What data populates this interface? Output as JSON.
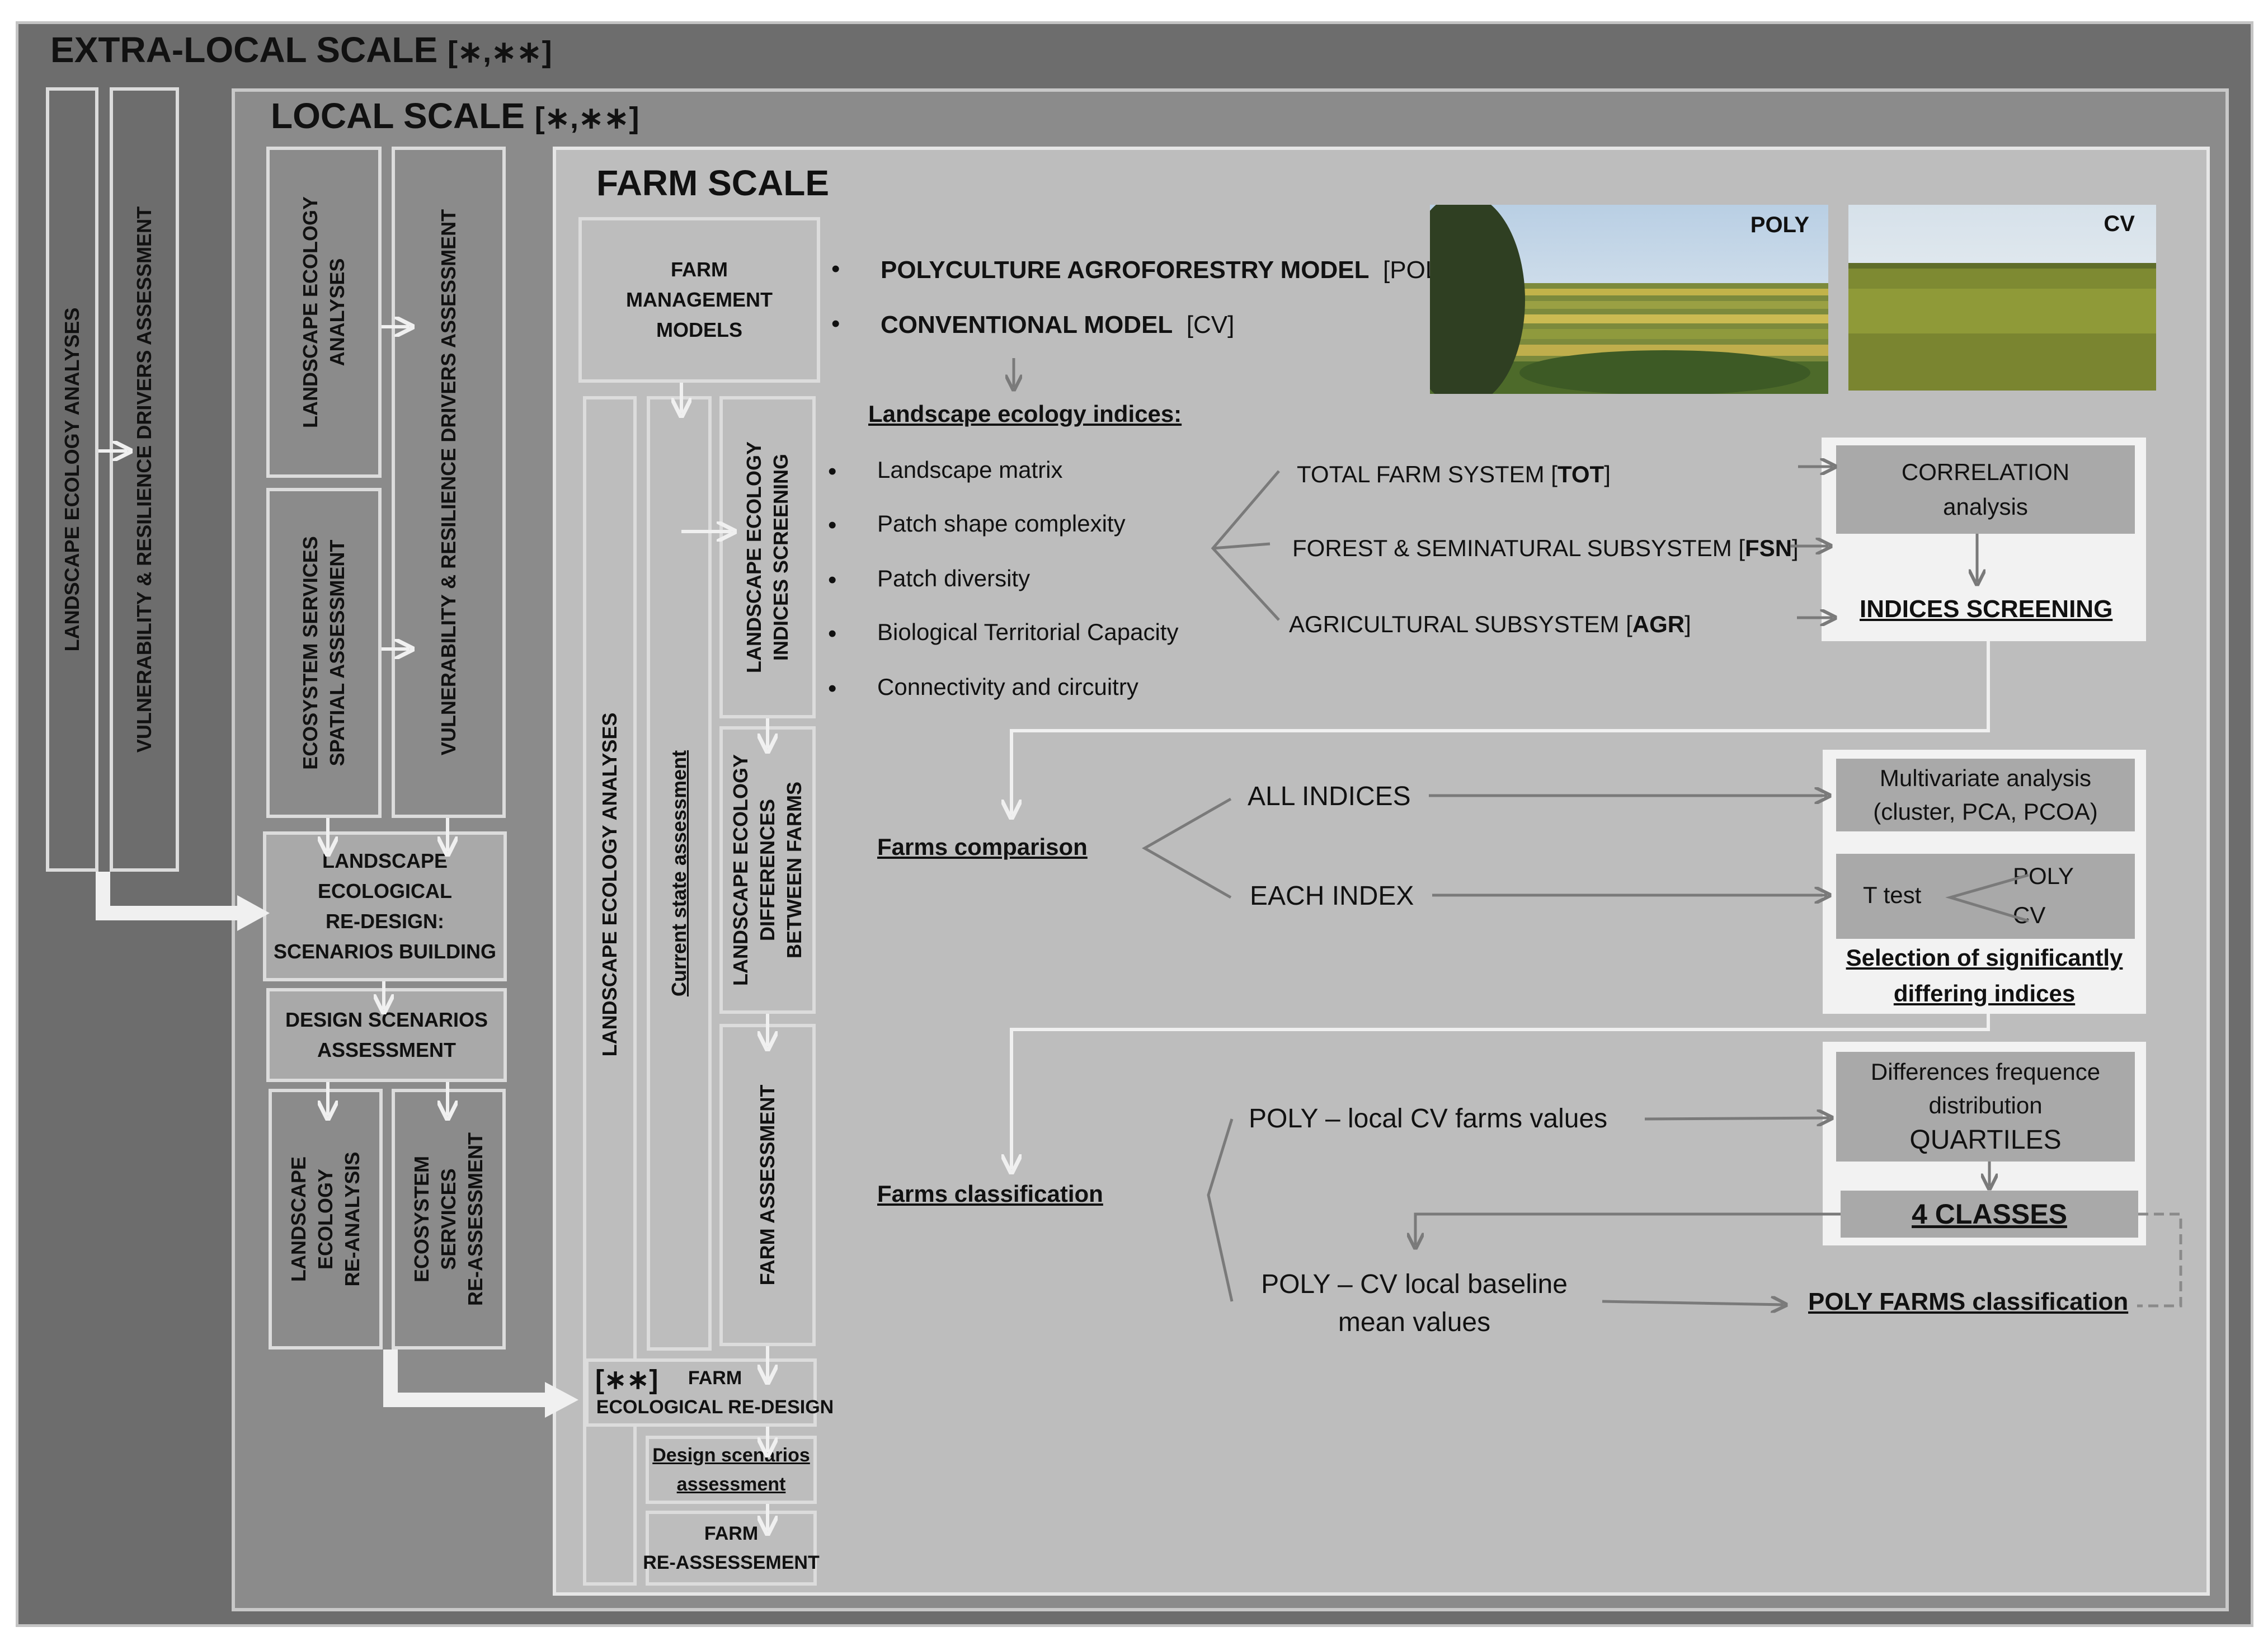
{
  "extra_local": {
    "title": "EXTRA-LOCAL SCALE",
    "title_mark": "[∗,∗∗]",
    "col1": "LANDSCAPE ECOLOGY ANALYSES",
    "col2": "VULNERABILITY & RESILIENCE DRIVERS ASSESSMENT"
  },
  "local": {
    "title": "LOCAL SCALE",
    "title_mark": "[∗,∗∗]",
    "landscape_analyses": "LANDSCAPE ECOLOGY\nANALYSES",
    "vulnerability": "VULNERABILITY & RESILIENCE DRIVERS ASSESSMENT",
    "ecosystem_spatial": "ECOSYSTEM SERVICES\nSPATIAL ASSESSMENT",
    "redesign": "LANDSCAPE\nECOLOGICAL\nRE-DESIGN:\nSCENARIOS BUILDING",
    "design_assessment": "DESIGN SCENARIOS\nASSESSMENT",
    "reanalysis": "LANDSCAPE\nECOLOGY\nRE-ANALYSIS",
    "reassessment": "ECOSYSTEM\nSERVICES\nRE-ASSESSMENT"
  },
  "farm": {
    "title": "FARM SCALE",
    "management_models": "FARM\nMANAGEMENT\nMODELS",
    "model_poly": "POLYCULTURE AGROFORESTRY MODEL",
    "model_poly_tag": "[POLY]",
    "model_cv": "CONVENTIONAL MODEL",
    "model_cv_tag": "[CV]",
    "photo_poly_label": "POLY",
    "photo_cv_label": "CV",
    "left_col": "LANDSCAPE ECOLOGY ANALYSES",
    "current_state": "Current state assessment",
    "indices_screening_box": "LANDSCAPE ECOLOGY\nINDICES SCREENING",
    "differences_box": "LANDSCAPE ECOLOGY\nDIFFERENCES\nBETWEEN FARMS",
    "farm_assessment": "FARM ASSESSMENT",
    "redesign_mark": "[∗∗]",
    "redesign": "FARM\nECOLOGICAL RE-DESIGN",
    "design_scenarios": "Design scenarios\nassessment",
    "reassessment": "FARM\nRE-ASSESSEMENT",
    "indices_heading": "Landscape ecology indices:",
    "indices": [
      "Landscape matrix",
      "Patch shape complexity",
      "Patch diversity",
      "Biological Territorial Capacity",
      "Connectivity and circuitry"
    ],
    "subsystems": [
      {
        "label": "TOTAL FARM SYSTEM [",
        "code": "TOT",
        "end": "]"
      },
      {
        "label": "FOREST & SEMINATURAL SUBSYSTEM [",
        "code": "FSN",
        "end": "]"
      },
      {
        "label": "AGRICULTURAL SUBSYSTEM [",
        "code": "AGR",
        "end": "]"
      }
    ],
    "correlation": "CORRELATION\nanalysis",
    "indices_screening": "INDICES SCREENING",
    "farms_comparison": "Farms comparison",
    "all_indices": "ALL INDICES",
    "each_index": "EACH INDEX",
    "multivariate": "Multivariate analysis\n(cluster, PCA, PCOA)",
    "ttest": "T test",
    "ttest_poly": "POLY",
    "ttest_cv": "CV",
    "selection": "Selection of significantly\ndiffering indices",
    "farms_classification": "Farms classification",
    "poly_local": "POLY – local CV farms values",
    "poly_baseline": "POLY – CV local baseline\nmean values",
    "differences": "Differences frequence\ndistribution",
    "quartiles": "QUARTILES",
    "four_classes": "4 CLASSES",
    "poly_farms_classification": "POLY FARMS classification"
  },
  "colors": {
    "outer": "#6d6d6d",
    "local": "#8b8b8b",
    "farm": "#bdbdbd",
    "box_border": "#dcdcdc",
    "arrow_white": "#f0f0f0",
    "arrow_grey": "#7a7a7a"
  }
}
